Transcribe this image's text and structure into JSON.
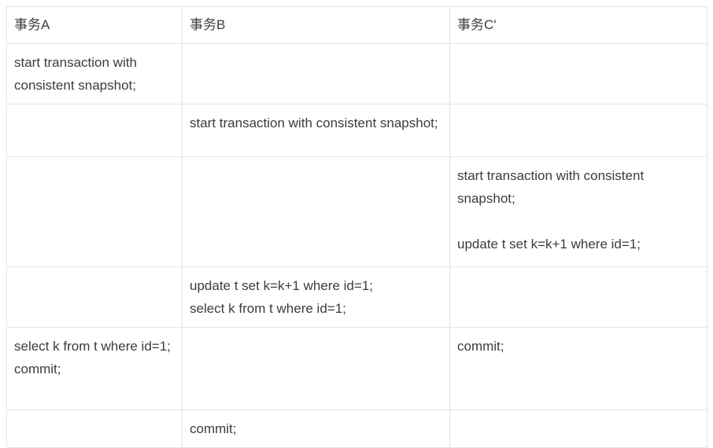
{
  "table": {
    "columns": [
      {
        "key": "a",
        "header": "事务A"
      },
      {
        "key": "b",
        "header": "事务B"
      },
      {
        "key": "c",
        "header": "事务C'"
      }
    ],
    "rows": [
      {
        "a": "start transaction with consistent snapshot;",
        "b": "",
        "c": ""
      },
      {
        "a": "",
        "b": "start transaction with consistent snapshot;",
        "c": ""
      },
      {
        "a": "",
        "b": "",
        "c": "start transaction with consistent snapshot;\n\nupdate t set k=k+1 where id=1;"
      },
      {
        "a": "",
        "b": "update t set k=k+1 where id=1;\nselect k from t where id=1;",
        "c": ""
      },
      {
        "a": "select k from t where id=1;\ncommit;",
        "b": "",
        "c": "commit;"
      },
      {
        "a": "",
        "b": "commit;",
        "c": ""
      }
    ]
  },
  "style": {
    "border_color": "#e3e3e3",
    "text_color": "#3c3c3c",
    "background": "#ffffff"
  }
}
